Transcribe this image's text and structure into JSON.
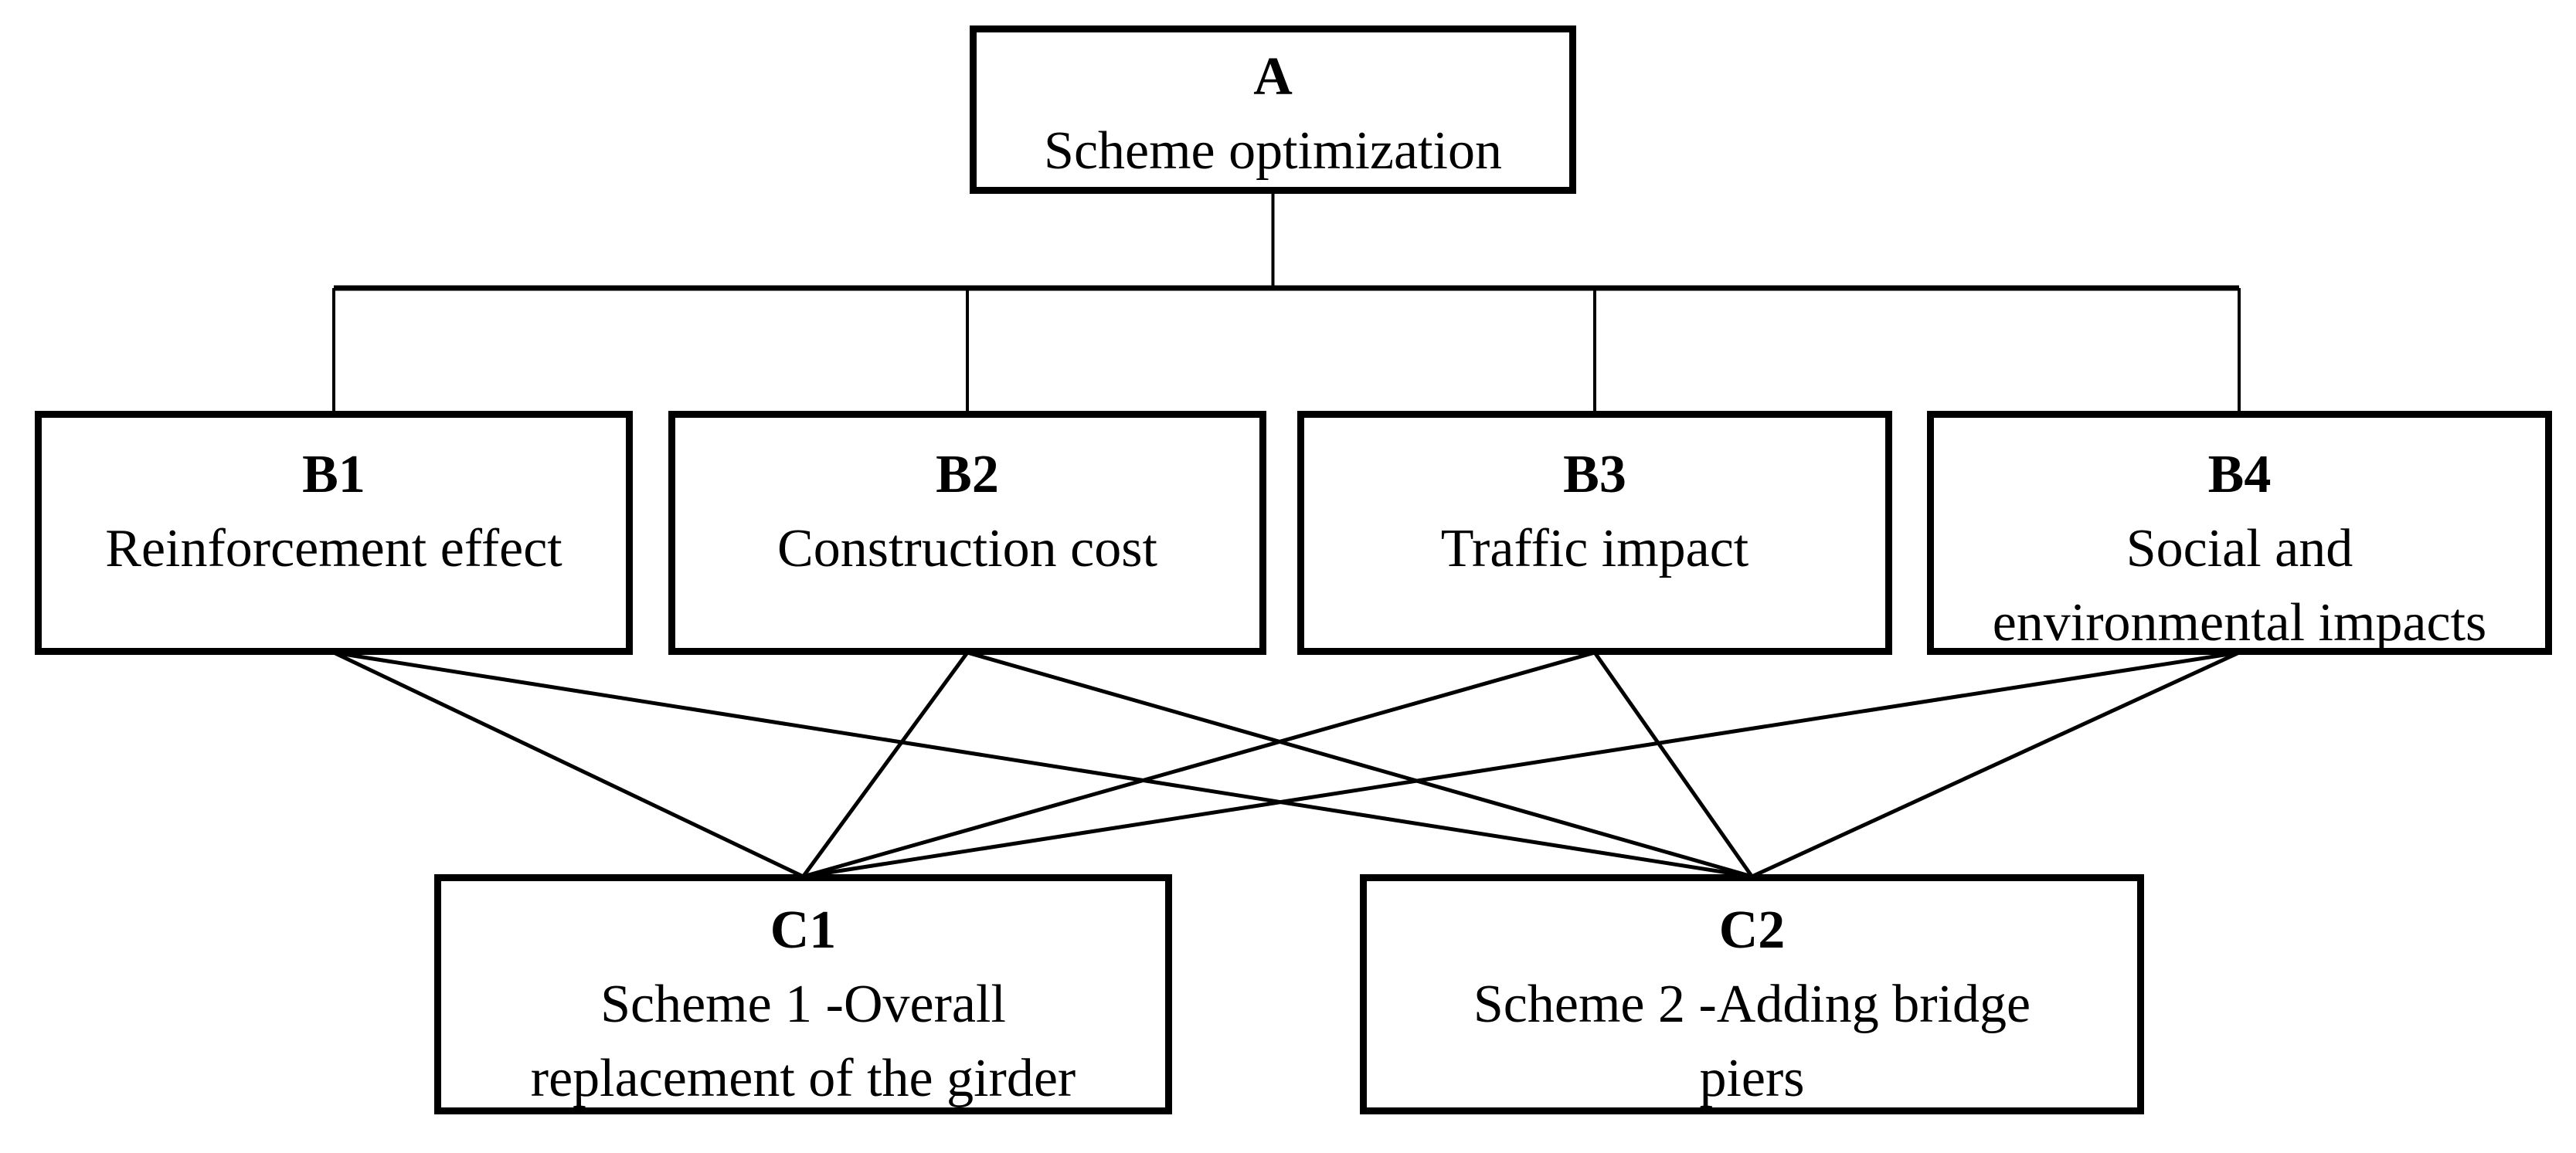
{
  "diagram": {
    "title": "AHP scheme optimization hierarchy",
    "colors": {
      "background": "#ffffff",
      "line": "#000000",
      "box_border": "#000000",
      "text": "#000000"
    },
    "nodes": [
      {
        "id": "A",
        "label": "A",
        "lines": [
          "Scheme optimization"
        ]
      },
      {
        "id": "B1",
        "label": "B1",
        "lines": [
          "Reinforcement effect"
        ]
      },
      {
        "id": "B2",
        "label": "B2",
        "lines": [
          "Construction cost"
        ]
      },
      {
        "id": "B3",
        "label": "B3",
        "lines": [
          "Traffic impact"
        ]
      },
      {
        "id": "B4",
        "label": "B4",
        "lines": [
          "Social and",
          "environmental impacts"
        ]
      },
      {
        "id": "C1",
        "label": "C1",
        "lines": [
          "Scheme 1 -Overall",
          "replacement of the girder"
        ]
      },
      {
        "id": "C2",
        "label": "C2",
        "lines": [
          "Scheme 2 -Adding bridge",
          "piers"
        ]
      }
    ],
    "edges": [
      {
        "from": "A",
        "to": "B1"
      },
      {
        "from": "A",
        "to": "B2"
      },
      {
        "from": "A",
        "to": "B3"
      },
      {
        "from": "A",
        "to": "B4"
      },
      {
        "from": "B1",
        "to": "C1"
      },
      {
        "from": "B1",
        "to": "C2"
      },
      {
        "from": "B2",
        "to": "C1"
      },
      {
        "from": "B2",
        "to": "C2"
      },
      {
        "from": "B3",
        "to": "C1"
      },
      {
        "from": "B3",
        "to": "C2"
      },
      {
        "from": "B4",
        "to": "C1"
      },
      {
        "from": "B4",
        "to": "C2"
      }
    ]
  }
}
